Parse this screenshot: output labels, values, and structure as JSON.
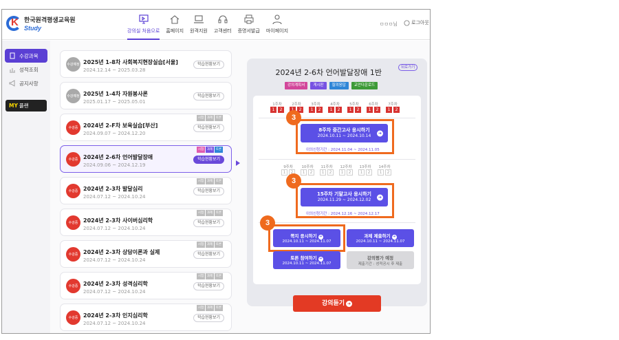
{
  "header": {
    "logo_title": "한국원격평생교육원",
    "logo_sub": "Study",
    "nav": [
      {
        "label": "강의실 처음으로",
        "icon": "monitor-icon",
        "active": true
      },
      {
        "label": "홈페이지",
        "icon": "home-icon"
      },
      {
        "label": "원격지원",
        "icon": "laptop-icon"
      },
      {
        "label": "고객센터",
        "icon": "headset-icon"
      },
      {
        "label": "증명서발급",
        "icon": "printer-icon"
      },
      {
        "label": "마이페이지",
        "icon": "user-icon"
      }
    ],
    "user_name": "ㅁㅁㅁ님",
    "logout_label": "로그아웃"
  },
  "sidebar": {
    "items": [
      {
        "label": "수강과목",
        "icon": "book-icon",
        "active": true
      },
      {
        "label": "성적조회",
        "icon": "chart-icon"
      },
      {
        "label": "공지사항",
        "icon": "megaphone-icon"
      }
    ],
    "myplan_brand": "MY",
    "myplan_label": "플랜"
  },
  "courses": [
    {
      "status": "수강예정",
      "title": "2025년 1-8차 사회복지현장실습[서울]",
      "date": "2024.12.14 ~ 2025.03.28",
      "btn": "학습현황보기",
      "tags": []
    },
    {
      "status": "수강예정",
      "title": "2025년 1-4차 자원봉사론",
      "date": "2025.01.17 ~ 2025.05.01",
      "btn": "학습현황보기",
      "tags": []
    },
    {
      "status": "수강중",
      "title": "2024년 2-F차 보육실습[부산]",
      "date": "2024.09.07 ~ 2024.12.20",
      "btn": "학습현황보기",
      "tags": [
        "시험",
        "과제",
        "토론"
      ]
    },
    {
      "status": "수강중",
      "title": "2024년 2-6차 언어발달장애",
      "date": "2024.09.06 ~ 2024.12.19",
      "btn": "학습현황보기",
      "tags": [
        "시험",
        "과제",
        "토론"
      ],
      "selected": true
    },
    {
      "status": "수강중",
      "title": "2024년 2-3차 발달심리",
      "date": "2024.07.12 ~ 2024.10.24",
      "btn": "학습현황보기",
      "tags": [
        "시험",
        "과제",
        "토론"
      ]
    },
    {
      "status": "수강중",
      "title": "2024년 2-3차 사이버심리학",
      "date": "2024.07.12 ~ 2024.10.24",
      "btn": "학습현황보기",
      "tags": [
        "시험",
        "과제",
        "토론"
      ]
    },
    {
      "status": "수강중",
      "title": "2024년 2-3차 상담이론과 실제",
      "date": "2024.07.12 ~ 2024.10.24",
      "btn": "학습현황보기",
      "tags": [
        "시험",
        "과제",
        "토론"
      ]
    },
    {
      "status": "수강중",
      "title": "2024년 2-3차 성격심리학",
      "date": "2024.07.12 ~ 2024.10.24",
      "btn": "학습현황보기",
      "tags": [
        "시험",
        "과제",
        "토론"
      ]
    },
    {
      "status": "수강중",
      "title": "2024년 2-3차 인지심리학",
      "date": "2024.07.12 ~ 2024.10.24",
      "btn": "학습현황보기",
      "tags": [
        "시험",
        "과제",
        "토론"
      ]
    }
  ],
  "panel": {
    "title": "2024년 2-6차 언어발달장애 1반",
    "back_label": "뒤로가기",
    "pills": [
      "강의계획서",
      "게시판",
      "질의응답",
      "교안다운로드"
    ],
    "weeks_top": [
      {
        "label": "1주차",
        "boxes": [
          "1",
          "2"
        ]
      },
      {
        "label": "2주차",
        "boxes": [
          "1",
          "2"
        ]
      },
      {
        "label": "3주차",
        "boxes": [
          "1",
          "2"
        ]
      },
      {
        "label": "4주차",
        "boxes": [
          "1",
          "2"
        ]
      },
      {
        "label": "5주차",
        "boxes": [
          "1",
          "2"
        ]
      },
      {
        "label": "6주차",
        "boxes": [
          "1",
          "2"
        ]
      },
      {
        "label": "7주차",
        "boxes": [
          "1",
          "2"
        ]
      }
    ],
    "weeks_bottom": [
      {
        "label": "9주차",
        "boxes": [
          "1",
          "2"
        ]
      },
      {
        "label": "10주차",
        "boxes": [
          "1",
          "2"
        ]
      },
      {
        "label": "11주차",
        "boxes": [
          "1",
          "2"
        ]
      },
      {
        "label": "12주차",
        "boxes": [
          "1",
          "2"
        ]
      },
      {
        "label": "13주차",
        "boxes": [
          "1",
          "2"
        ]
      },
      {
        "label": "14주차",
        "boxes": [
          "1",
          "2"
        ]
      }
    ],
    "midterm": {
      "title": "8주차 중간고사 응시하기",
      "date": "2024.10.11 ~ 2024.10.14",
      "note": "이의신청기간 : 2024.11.04 ~ 2024.11.05"
    },
    "final": {
      "title": "15주차 기말고사 응시하기",
      "date": "2024.11.29 ~ 2024.12.02",
      "note": "이의신청기간 : 2024.12.16 ~ 2024.12.17"
    },
    "quiz": {
      "title": "쪽지 응시하기",
      "date": "2024.10.11 ~ 2024.11.07"
    },
    "assignment": {
      "title": "과제 제출하기",
      "date": "2024.10.11 ~ 2024.11.07"
    },
    "discussion": {
      "title": "토론 참여하기",
      "date": "2024.10.11 ~ 2024.11.07"
    },
    "evaluation": {
      "title": "강의평가 예정",
      "date": "제출기간 : 성적공시 후 제출"
    },
    "lecture_label": "강의듣기",
    "badge": "3"
  }
}
